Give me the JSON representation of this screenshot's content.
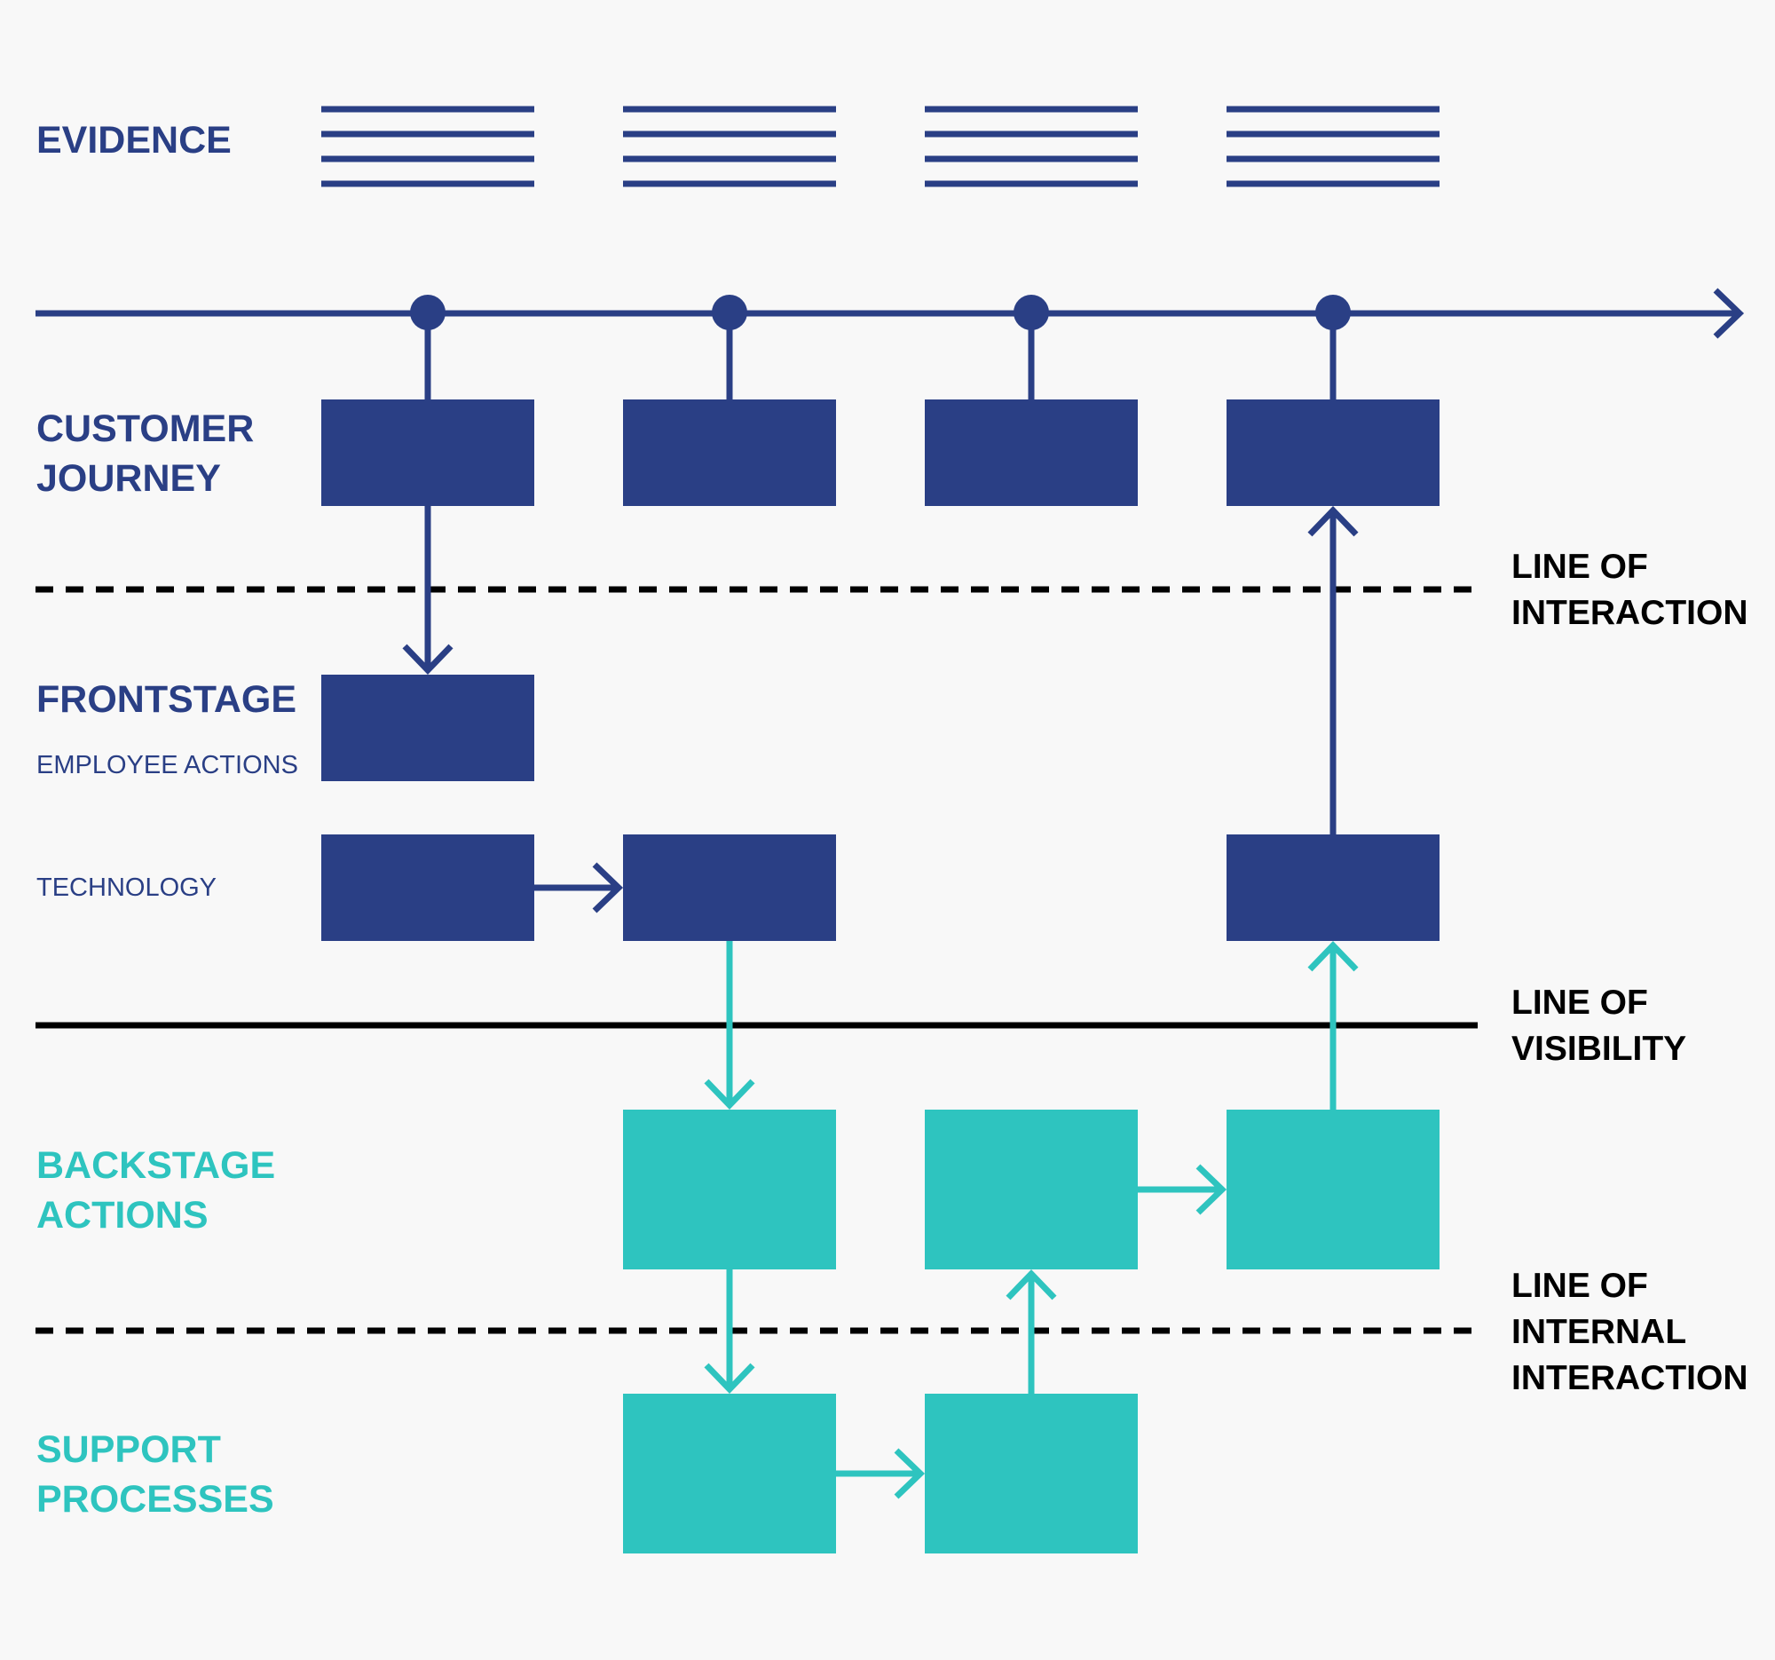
{
  "colors": {
    "navy": "#2a3f85",
    "teal": "#2ec4bf",
    "line": "#000000",
    "background": "#f8f8f8"
  },
  "lanes": {
    "evidence": "EVIDENCE",
    "customer_journey": [
      "CUSTOMER",
      "JOURNEY"
    ],
    "frontstage": "FRONTSTAGE",
    "employee_actions": "EMPLOYEE ACTIONS",
    "technology": "TECHNOLOGY",
    "backstage": [
      "BACKSTAGE",
      "ACTIONS"
    ],
    "support": [
      "SUPPORT",
      "PROCESSES"
    ]
  },
  "lines": {
    "interaction": [
      "LINE OF",
      "INTERACTION"
    ],
    "visibility": [
      "LINE OF",
      "VISIBILITY"
    ],
    "internal": [
      "LINE OF",
      "INTERNAL",
      "INTERACTION"
    ]
  }
}
